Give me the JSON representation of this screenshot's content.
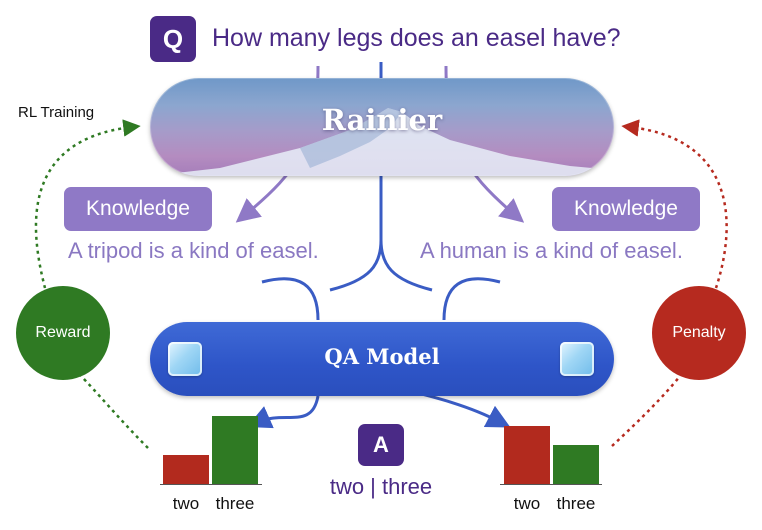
{
  "question": {
    "badge": "Q",
    "text": "How many legs does an easel have?"
  },
  "rl_training": "RL Training",
  "rainier": {
    "title": "Rainier"
  },
  "knowledge_left": {
    "label": "Knowledge",
    "text": "A tripod is a kind of easel."
  },
  "knowledge_right": {
    "label": "Knowledge",
    "text": "A human is a kind of easel."
  },
  "qa_model": {
    "title": "QA Model"
  },
  "reward": "Reward",
  "penalty": "Penalty",
  "answer": {
    "badge": "A",
    "text": "two | three"
  },
  "left_chart": {
    "categories": [
      "two",
      "three"
    ],
    "values": [
      0.3,
      0.7
    ],
    "colors": [
      "#b22a1e",
      "#2f7a23"
    ]
  },
  "right_chart": {
    "categories": [
      "two",
      "three"
    ],
    "values": [
      0.6,
      0.4
    ],
    "colors": [
      "#b22a1e",
      "#2f7a23"
    ]
  },
  "colors": {
    "accent_purple": "#4a2a86",
    "knowledge_purple": "#8f79c6",
    "qa_blue": "#2e55c8",
    "reward_green": "#2f7a23",
    "penalty_red": "#b62a1f"
  }
}
